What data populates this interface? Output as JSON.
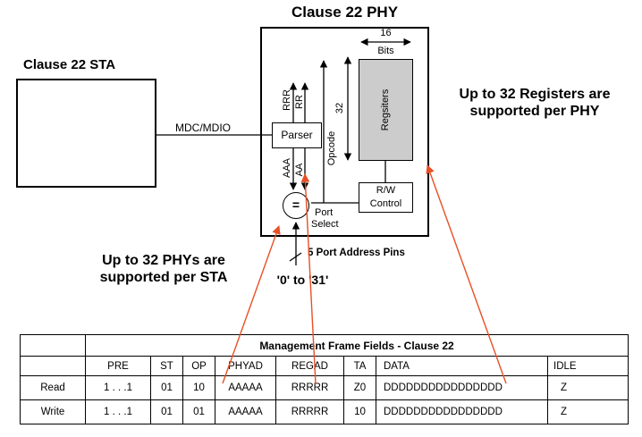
{
  "diagram": {
    "phy_title": "Clause 22 PHY",
    "sta_title": "Clause 22 STA",
    "mdc_mdio_label": "MDC/MDIO",
    "parser_label": "Parser",
    "registers_label": "Regsiters",
    "bits_count": "16",
    "bits_word": "Bits",
    "register_count": "32",
    "reg_addr_bits_1": "RRR",
    "reg_addr_bits_2": "RR",
    "phy_addr_bits_1": "AAA",
    "phy_addr_bits_2": "AA",
    "opcode_label": "Opcode",
    "comparator_label": "=",
    "rw_line1": "R/W",
    "rw_line2": "Control",
    "port_line1": "Port",
    "port_line2": "Select",
    "port_pins_label": "5 Port Address Pins",
    "address_range_label": "'0' to '31'"
  },
  "notes": {
    "registers_line1": "Up to 32 Registers are",
    "registers_line2": "supported per PHY",
    "phys_line1": "Up to 32 PHYs are",
    "phys_line2": "supported per STA"
  },
  "table": {
    "title": "Management Frame Fields - Clause 22",
    "headers": [
      "",
      "PRE",
      "ST",
      "OP",
      "PHYAD",
      "REGAD",
      "TA",
      "DATA",
      "IDLE"
    ],
    "rows": [
      {
        "label": "Read",
        "pre": "1 . . .1",
        "st": "01",
        "op": "10",
        "phyad": "AAAAA",
        "regad": "RRRRR",
        "ta": "Z0",
        "data": "DDDDDDDDDDDDDDDD",
        "idle": "Z"
      },
      {
        "label": "Write",
        "pre": "1 . . .1",
        "st": "01",
        "op": "01",
        "phyad": "AAAAA",
        "regad": "RRRRR",
        "ta": "10",
        "data": "DDDDDDDDDDDDDDDD",
        "idle": "Z"
      }
    ]
  },
  "colors": {
    "arrow_red": "#e94f25",
    "registers_fill": "#cccccc"
  }
}
